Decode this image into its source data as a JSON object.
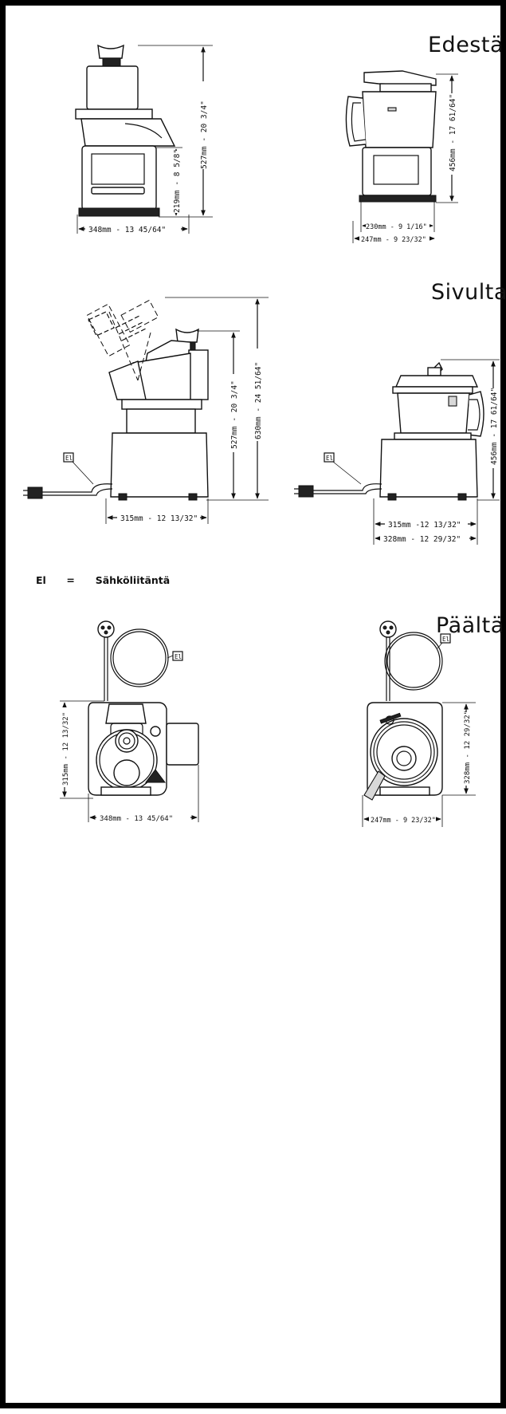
{
  "views": {
    "front": "Edestä",
    "side": "Sivulta",
    "top": "Päältä"
  },
  "legend": {
    "code": "El",
    "equals": "=",
    "meaning": "Sähköliitäntä"
  },
  "dimensions": {
    "front_a_height_total": "527mm - 20 3/4\"",
    "front_a_height_base": "219mm - 8 5/8\"",
    "front_a_width": "348mm - 13 45/64\"",
    "front_b_height": "456mm - 17 61/64\"",
    "front_b_width_inner": "230mm - 9 1/16\"",
    "front_b_width_outer": "247mm - 9 23/32\"",
    "side_a_height_total": "630mm - 24 51/64\"",
    "side_a_height_body": "527mm - 20 3/4\"",
    "side_a_depth": "315mm - 12 13/32\"",
    "side_b_height": "456mm - 17 61/64\"",
    "side_b_depth_inner": "315mm -12 13/32\"",
    "side_b_depth_outer": "328mm - 12 29/32\"",
    "top_a_depth": "315mm - 12 13/32\"",
    "top_a_width": "348mm - 13 45/64\"",
    "top_b_depth": "328mm - 12 29/32\"",
    "top_b_width": "247mm - 9 23/32\""
  }
}
